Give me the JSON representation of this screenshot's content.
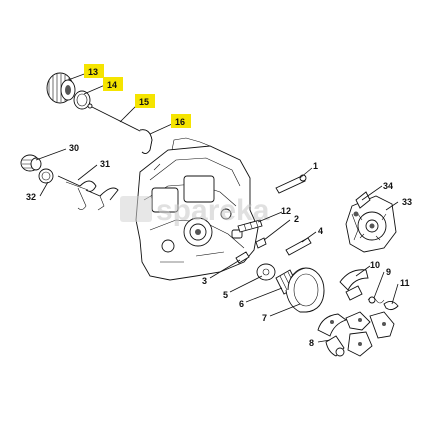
{
  "diagram": {
    "watermark": "spareka",
    "highlight_color": "#f5e400",
    "labels": {
      "p1": "1",
      "p2": "2",
      "p3": "3",
      "p4": "4",
      "p5": "5",
      "p6": "6",
      "p7": "7",
      "p8": "8",
      "p9": "9",
      "p10": "10",
      "p11": "11",
      "p12": "12",
      "p13": "13",
      "p14": "14",
      "p15": "15",
      "p16": "16",
      "p30": "30",
      "p31": "31",
      "p32": "32",
      "p33": "33",
      "p34": "34"
    },
    "highlighted": [
      "13",
      "14",
      "15",
      "16"
    ]
  }
}
